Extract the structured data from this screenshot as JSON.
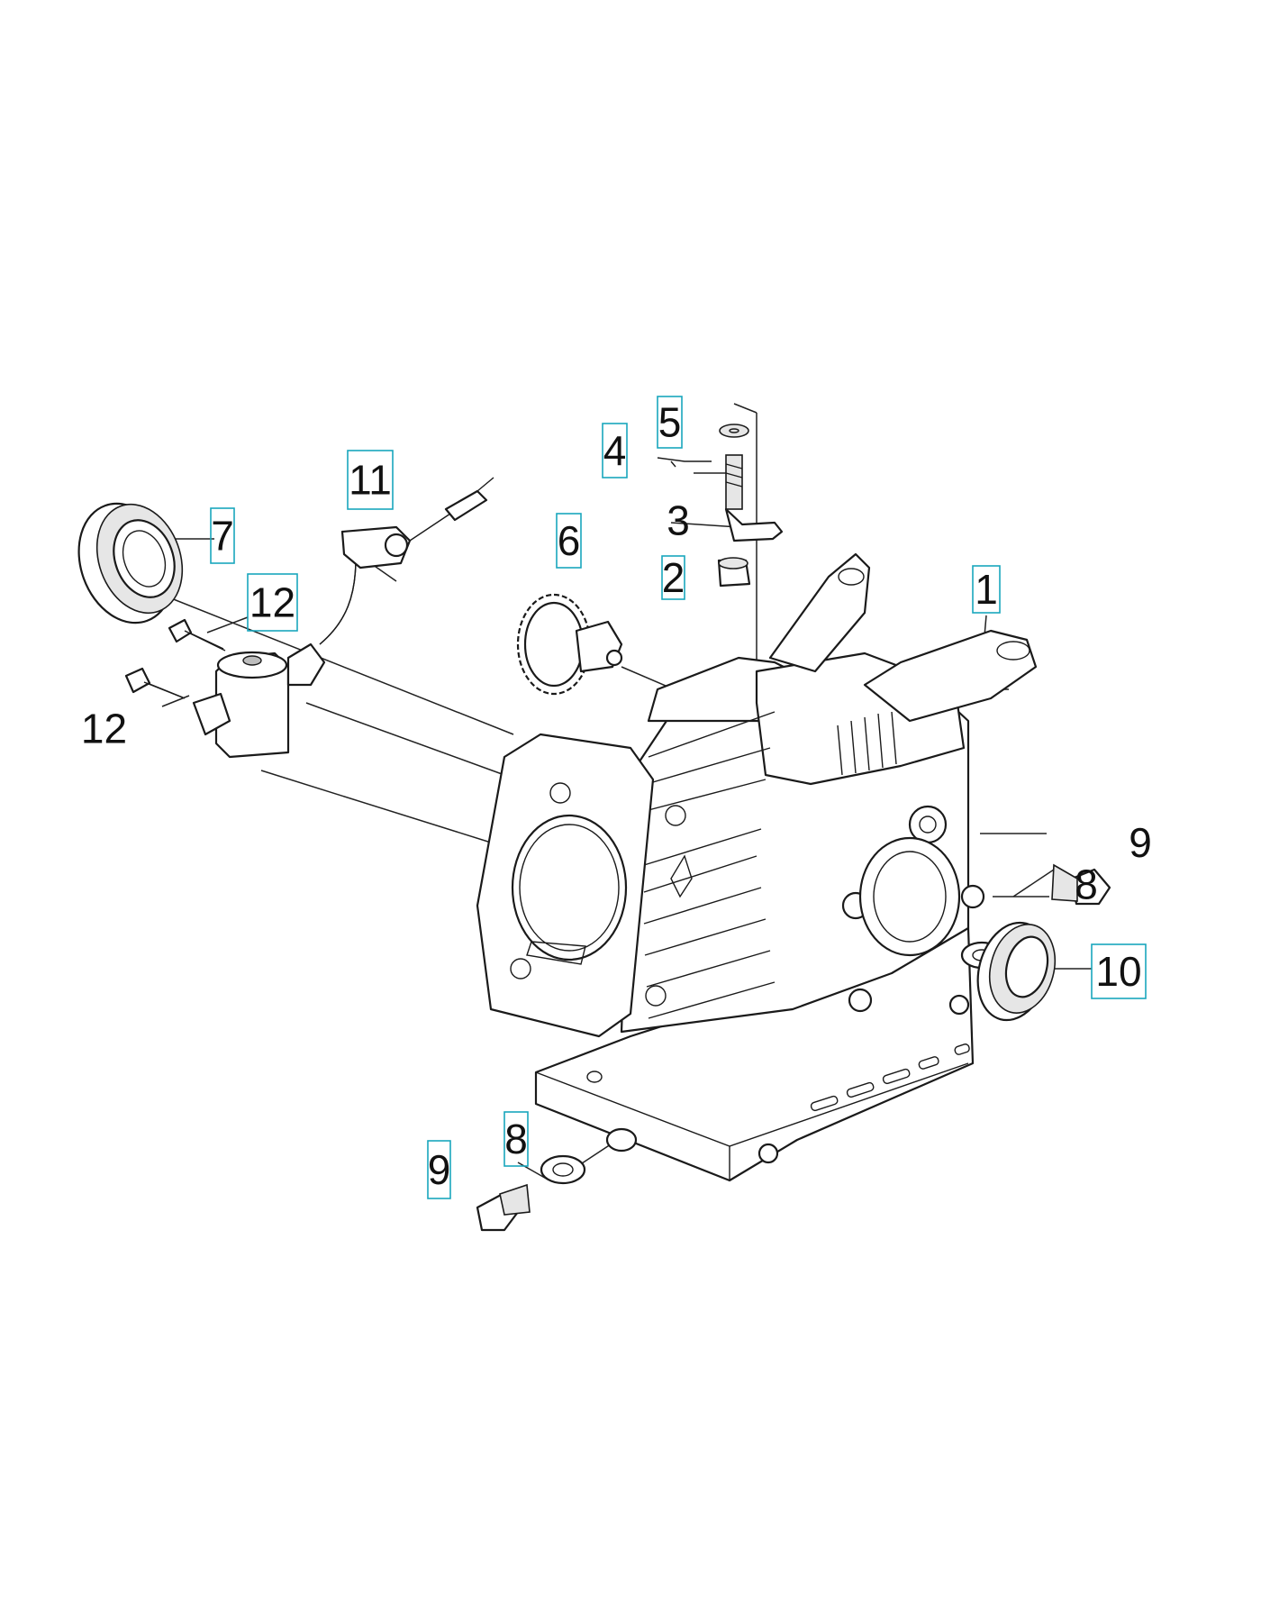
{
  "callouts": [
    {
      "id": "c1",
      "text": "1",
      "boxed": true
    },
    {
      "id": "c2",
      "text": "2",
      "boxed": true
    },
    {
      "id": "c3",
      "text": "3",
      "boxed": false
    },
    {
      "id": "c4",
      "text": "4",
      "boxed": true
    },
    {
      "id": "c5",
      "text": "5",
      "boxed": true
    },
    {
      "id": "c6",
      "text": "6",
      "boxed": true
    },
    {
      "id": "c7",
      "text": "7",
      "boxed": true
    },
    {
      "id": "c8a",
      "text": "8",
      "boxed": false
    },
    {
      "id": "c8b",
      "text": "8",
      "boxed": true
    },
    {
      "id": "c9a",
      "text": "9",
      "boxed": false
    },
    {
      "id": "c9b",
      "text": "9",
      "boxed": true
    },
    {
      "id": "c10",
      "text": "10",
      "boxed": true
    },
    {
      "id": "c11",
      "text": "11",
      "boxed": true
    },
    {
      "id": "c12a",
      "text": "12",
      "boxed": true
    },
    {
      "id": "c12b",
      "text": "12",
      "boxed": false
    }
  ],
  "colors": {
    "callout_box": "#19a6bd",
    "line_art": "#1a1a1a",
    "background": "#ffffff"
  }
}
